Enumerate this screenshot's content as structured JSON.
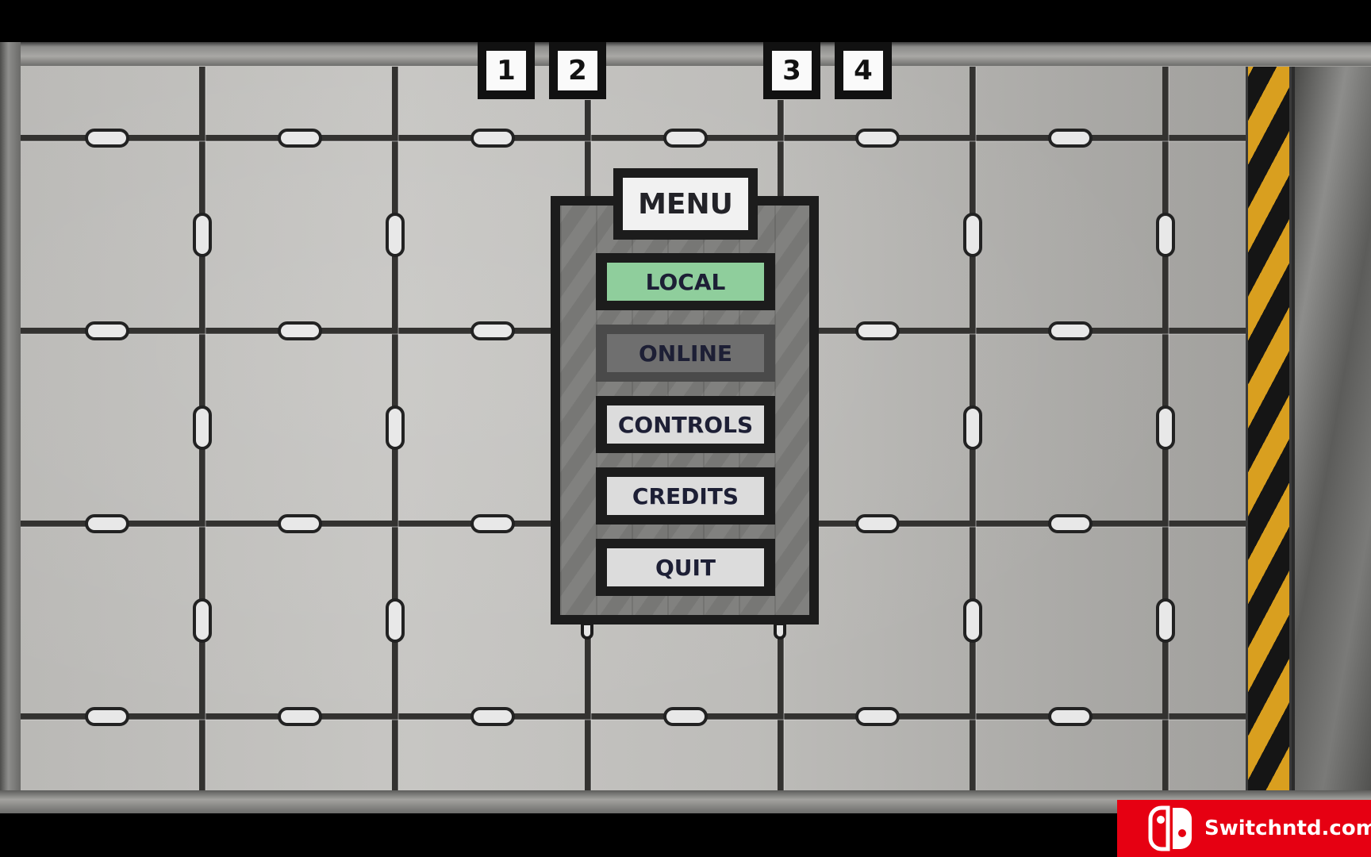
{
  "player_slots": [
    {
      "label": "1"
    },
    {
      "label": "2"
    },
    {
      "label": "3"
    },
    {
      "label": "4"
    }
  ],
  "menu": {
    "title": "MENU",
    "items": [
      {
        "label": "LOCAL",
        "state": "selected"
      },
      {
        "label": "ONLINE",
        "state": "disabled"
      },
      {
        "label": "CONTROLS",
        "state": "normal"
      },
      {
        "label": "CREDITS",
        "state": "normal"
      },
      {
        "label": "QUIT",
        "state": "normal"
      }
    ]
  },
  "watermark": {
    "text": "Switchntd.com",
    "icon": "nintendo-switch-logo"
  },
  "colors": {
    "selected_button": "#8fce9c",
    "button_text": "#1d1f35",
    "hazard_yellow": "#d99f1f",
    "watermark_red": "#e60012"
  }
}
